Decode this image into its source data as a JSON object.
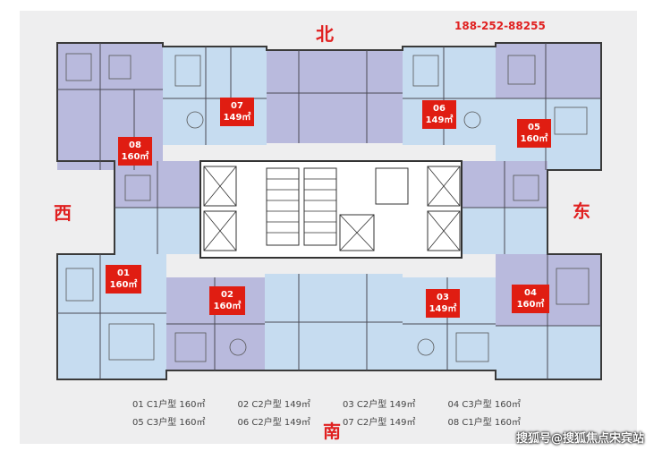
{
  "compass": {
    "north": "北",
    "south": "南",
    "west": "西",
    "east": "东"
  },
  "phone": "188-252-88255",
  "unit_tags": [
    {
      "num": "07",
      "area": "149㎡"
    },
    {
      "num": "06",
      "area": "149㎡"
    },
    {
      "num": "08",
      "area": "160㎡"
    },
    {
      "num": "05",
      "area": "160㎡"
    },
    {
      "num": "01",
      "area": "160㎡"
    },
    {
      "num": "02",
      "area": "160㎡"
    },
    {
      "num": "03",
      "area": "149㎡"
    },
    {
      "num": "04",
      "area": "160㎡"
    }
  ],
  "legend": [
    [
      "01  C1户型 160㎡",
      "02  C2户型 149㎡",
      "03  C2户型 149㎡",
      "04  C3户型 160㎡"
    ],
    [
      "05  C3户型 160㎡",
      "06  C2户型 149㎡",
      "07  C2户型 149㎡",
      "08  C1户型 160㎡"
    ]
  ],
  "watermark": "搜狐号@搜狐焦点宋宾站",
  "colors": {
    "blue_zone": "#c9dcee",
    "purple_zone": "#b7b7dc",
    "accent_red": "#e01d12"
  }
}
